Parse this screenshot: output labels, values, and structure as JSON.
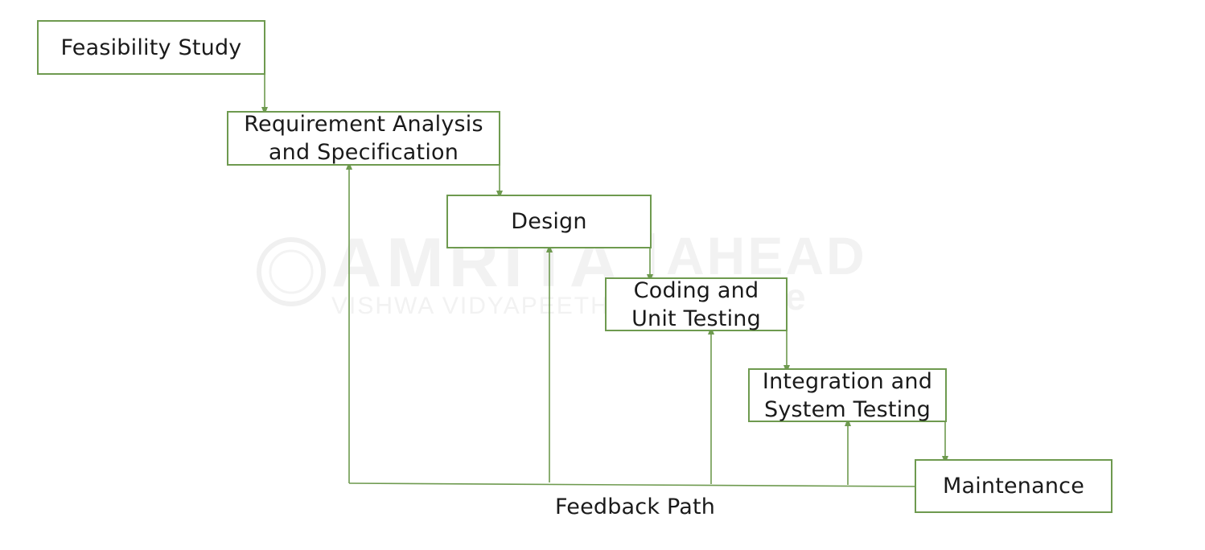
{
  "diagram": {
    "accent_color": "#6e9a4f",
    "phases": [
      {
        "id": "feasibility",
        "label": "Feasibility Study"
      },
      {
        "id": "requirements",
        "label": "Requirement Analysis\nand Specification"
      },
      {
        "id": "design",
        "label": "Design"
      },
      {
        "id": "coding",
        "label": "Coding and\nUnit Testing"
      },
      {
        "id": "integration",
        "label": "Integration and\nSystem Testing"
      },
      {
        "id": "maintenance",
        "label": "Maintenance"
      }
    ],
    "feedback_label": "Feedback Path"
  },
  "watermark": {
    "brand": "AMRITA",
    "sub": "VISHWA VIDYAPEETHAM",
    "partner": "AHEAD",
    "partner_suffix": "e"
  }
}
